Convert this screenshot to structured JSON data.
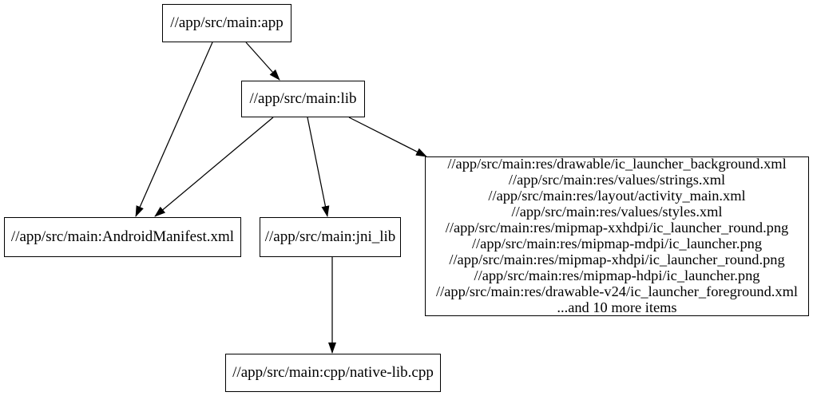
{
  "diagram": {
    "type": "dependency-graph",
    "background_color": "#ffffff",
    "stroke_color": "#000000",
    "nodes": {
      "app": {
        "label": "//app/src/main:app"
      },
      "lib": {
        "label": "//app/src/main:lib"
      },
      "android_manifest": {
        "label": "//app/src/main:AndroidManifest.xml"
      },
      "jni_lib": {
        "label": "//app/src/main:jni_lib"
      },
      "resources": {
        "lines": [
          "//app/src/main:res/drawable/ic_launcher_background.xml",
          "//app/src/main:res/values/strings.xml",
          "//app/src/main:res/layout/activity_main.xml",
          "//app/src/main:res/values/styles.xml",
          "//app/src/main:res/mipmap-xxhdpi/ic_launcher_round.png",
          "//app/src/main:res/mipmap-mdpi/ic_launcher.png",
          "//app/src/main:res/mipmap-xhdpi/ic_launcher_round.png",
          "//app/src/main:res/mipmap-hdpi/ic_launcher.png",
          "//app/src/main:res/drawable-v24/ic_launcher_foreground.xml",
          "...and 10 more items"
        ]
      },
      "native_lib_cpp": {
        "label": "//app/src/main:cpp/native-lib.cpp"
      }
    },
    "edges": [
      {
        "from": "app",
        "to": "lib"
      },
      {
        "from": "app",
        "to": "android_manifest"
      },
      {
        "from": "lib",
        "to": "android_manifest"
      },
      {
        "from": "lib",
        "to": "jni_lib"
      },
      {
        "from": "lib",
        "to": "resources"
      },
      {
        "from": "jni_lib",
        "to": "native_lib_cpp"
      }
    ]
  }
}
